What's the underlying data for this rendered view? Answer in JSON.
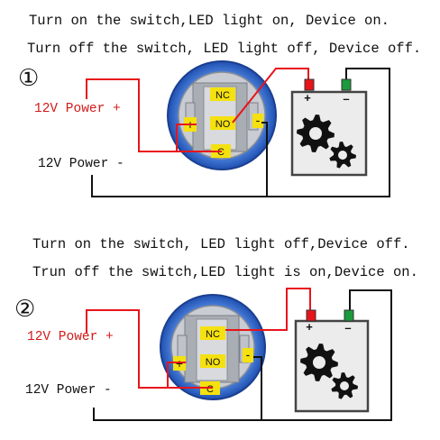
{
  "top": {
    "line1": "Turn on the switch,LED light on, Device on.",
    "line2": "Turn off the switch, LED light off, Device off.",
    "badge": "①",
    "pos_label": "12V Power +",
    "neg_label": "12V Power -",
    "terminals": {
      "nc": "NC",
      "no": "NO",
      "c": "C",
      "plus": "+",
      "minus": "-"
    },
    "device_plus": "+",
    "device_minus": "–"
  },
  "bottom": {
    "line1": "Turn on the switch, LED light off,Device off.",
    "line2": "Trun off the switch,LED light is on,Device on.",
    "badge": "②",
    "pos_label": "12V Power +",
    "neg_label": "12V Power -",
    "terminals": {
      "nc": "NC",
      "no": "NO",
      "c": "C",
      "plus": "+",
      "minus": "-"
    },
    "device_plus": "+",
    "device_minus": "–"
  },
  "colors": {
    "wire_red": "#e8141b",
    "wire_black": "#111111",
    "terminal_yellow": "#f5e10f",
    "switch_blue": "#2f6fd6",
    "label_red": "#d31a1a"
  },
  "icons": [
    "switch-icon",
    "gear-icon",
    "device-box-icon"
  ]
}
